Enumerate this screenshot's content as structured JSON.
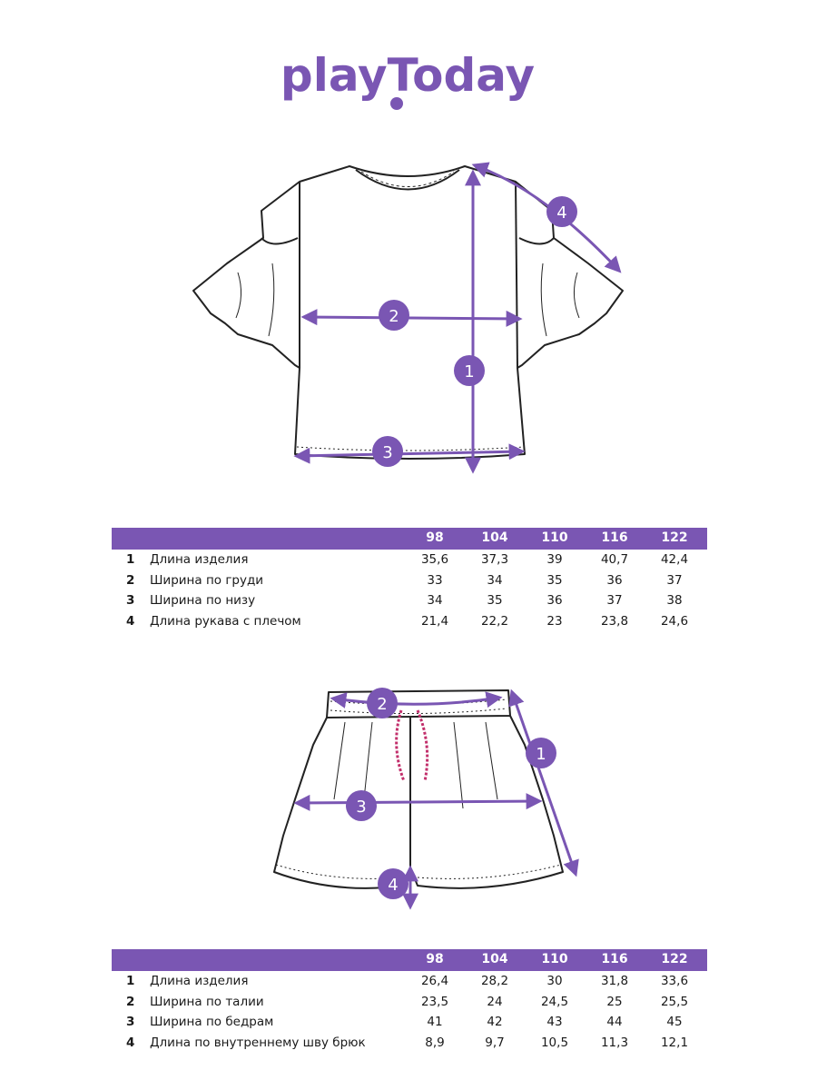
{
  "brand": {
    "logo_text": "playToday",
    "brand_color": "#7a56b3"
  },
  "colors": {
    "header_bg": "#7a56b3",
    "marker_fill": "#7a56b3",
    "line": "#222222",
    "drawstring": "#c22f6b"
  },
  "top_garment": {
    "markers": [
      "1",
      "2",
      "3",
      "4"
    ],
    "table": {
      "sizes": [
        "98",
        "104",
        "110",
        "116",
        "122"
      ],
      "rows": [
        {
          "num": "1",
          "label": "Длина изделия",
          "values": [
            "35,6",
            "37,3",
            "39",
            "40,7",
            "42,4"
          ]
        },
        {
          "num": "2",
          "label": "Ширина по груди",
          "values": [
            "33",
            "34",
            "35",
            "36",
            "37"
          ]
        },
        {
          "num": "3",
          "label": "Ширина по низу",
          "values": [
            "34",
            "35",
            "36",
            "37",
            "38"
          ]
        },
        {
          "num": "4",
          "label": "Длина рукава с плечом",
          "values": [
            "21,4",
            "22,2",
            "23",
            "23,8",
            "24,6"
          ]
        }
      ]
    }
  },
  "bottom_garment": {
    "markers": [
      "1",
      "2",
      "3",
      "4"
    ],
    "table": {
      "sizes": [
        "98",
        "104",
        "110",
        "116",
        "122"
      ],
      "rows": [
        {
          "num": "1",
          "label": "Длина изделия",
          "values": [
            "26,4",
            "28,2",
            "30",
            "31,8",
            "33,6"
          ]
        },
        {
          "num": "2",
          "label": "Ширина по талии",
          "values": [
            "23,5",
            "24",
            "24,5",
            "25",
            "25,5"
          ]
        },
        {
          "num": "3",
          "label": "Ширина по бедрам",
          "values": [
            "41",
            "42",
            "43",
            "44",
            "45"
          ]
        },
        {
          "num": "4",
          "label": "Длина по внутреннему шву брюк",
          "values": [
            "8,9",
            "9,7",
            "10,5",
            "11,3",
            "12,1"
          ]
        }
      ]
    }
  }
}
